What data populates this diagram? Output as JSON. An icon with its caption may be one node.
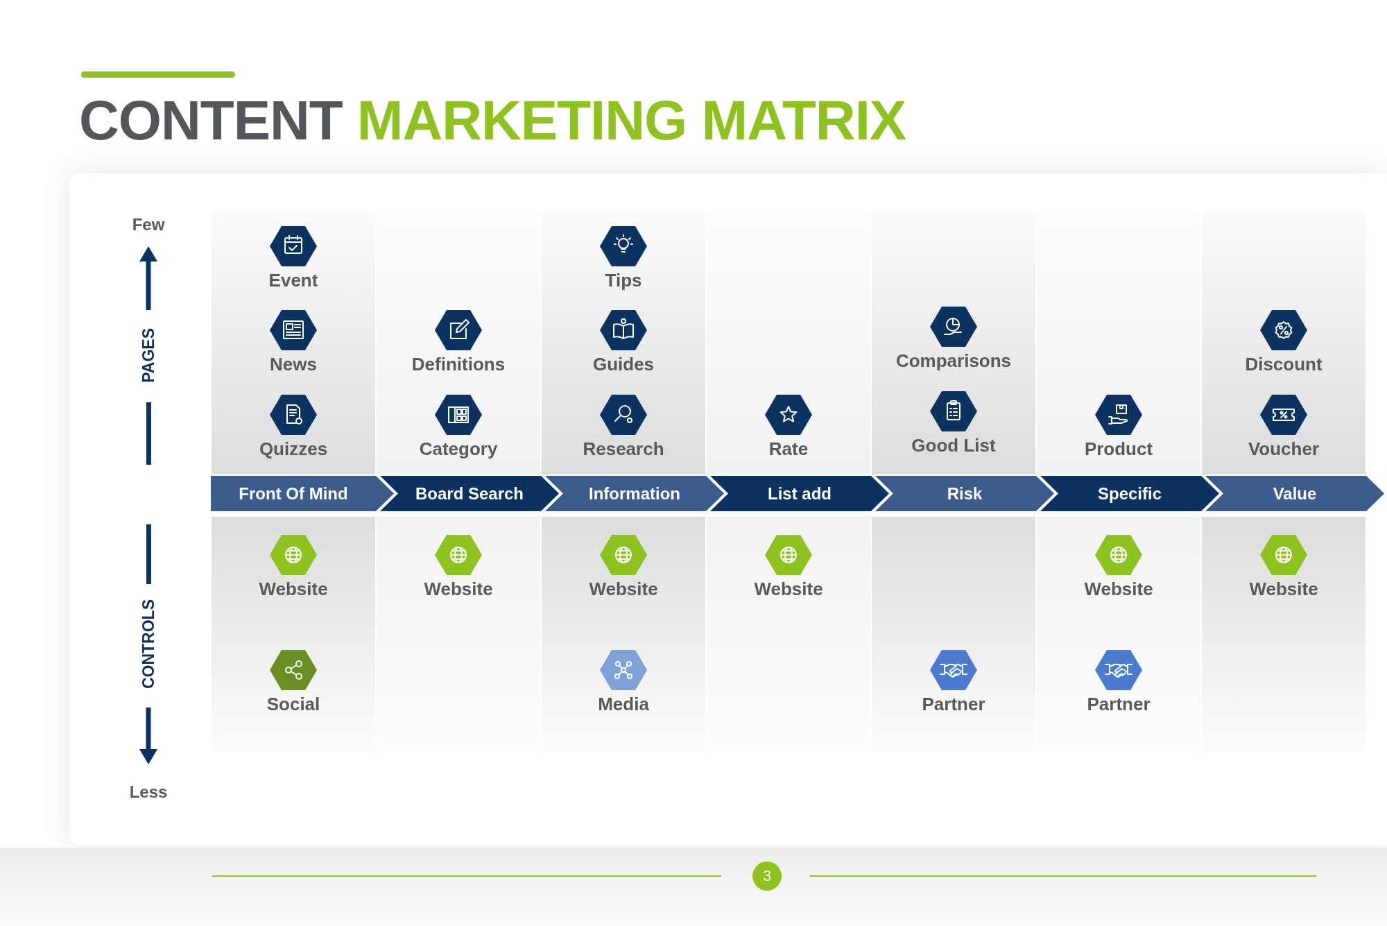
{
  "diagram": {
    "title": "CONTENT MARKETING MATRIX",
    "nodes": [
      {
        "text": [
          "Event"
        ]
      },
      {
        "text": [
          "Tips"
        ]
      },
      {
        "text": [
          "News"
        ]
      },
      {
        "text": [
          "Definitions"
        ]
      },
      {
        "text": [
          "Guides"
        ]
      },
      {
        "text": [
          "Comparisons"
        ]
      },
      {
        "text": [
          "Discount"
        ]
      },
      {
        "text": [
          "Quizzes"
        ]
      },
      {
        "text": [
          "Category"
        ]
      },
      {
        "text": [
          "Research"
        ]
      },
      {
        "text": [
          "Rate"
        ]
      },
      {
        "text": [
          "Good List"
        ]
      },
      {
        "text": [
          "Product"
        ]
      },
      {
        "text": [
          "Voucher"
        ]
      },
      {
        "text": [
          "Front Of Mind"
        ]
      },
      {
        "text": [
          "Board Search"
        ]
      },
      {
        "text": [
          "Information"
        ]
      },
      {
        "text": [
          "List add"
        ]
      },
      {
        "text": [
          "Risk"
        ]
      },
      {
        "text": [
          "Specific"
        ]
      },
      {
        "text": [
          "Value"
        ]
      },
      {
        "text": [
          "Website"
        ]
      },
      {
        "text": [
          "Website"
        ]
      },
      {
        "text": [
          "Website"
        ]
      },
      {
        "text": [
          "Website"
        ]
      },
      {
        "text": [
          "Website"
        ]
      },
      {
        "text": [
          "Website"
        ]
      },
      {
        "text": [
          "Social"
        ]
      },
      {
        "text": [
          "Media"
        ]
      },
      {
        "text": [
          "Partner"
        ]
      },
      {
        "text": [
          "Partner"
        ]
      },
      {
        "text": [
          "3"
        ]
      }
    ],
    "edges": [
      {
        "from": 14,
        "to": 15,
        "arrow": "to"
      },
      {
        "from": 15,
        "to": 16,
        "arrow": "to",
        "color": "#0c325f"
      },
      {
        "from": 16,
        "to": 17,
        "arrow": "to"
      },
      {
        "from": 17,
        "to": 18,
        "arrow": "to",
        "color": "#0c325f"
      },
      {
        "from": 18,
        "to": 19,
        "arrow": "to"
      },
      {
        "from": 19,
        "to": 20,
        "arrow": "to",
        "color": "#0c325f"
      },
      {
        "from": 20,
        "to": null,
        "arrow": "to"
      }
    ],
    "labels": [
      "Few",
      "PAGES",
      "CONTROLS",
      "Less"
    ]
  }
}
